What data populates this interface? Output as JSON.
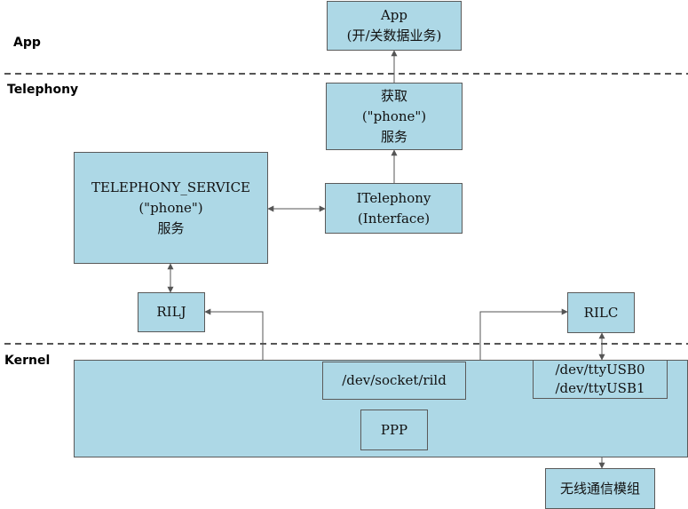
{
  "layers": {
    "app": "App",
    "telephony": "Telephony",
    "kernel": "Kernel"
  },
  "nodes": {
    "app": {
      "line1": "App",
      "line2": "(开/关数据业务)"
    },
    "get_service": {
      "line1": "获取",
      "line2": "(\"phone\")",
      "line3": "服务"
    },
    "itelephony": {
      "line1": "ITelephony",
      "line2": "(Interface)"
    },
    "telephony_service": {
      "line1": "TELEPHONY_SERVICE",
      "line2": "(\"phone\")",
      "line3": "服务"
    },
    "rilj": "RILJ",
    "rilc": "RILC",
    "socket": "/dev/socket/rild",
    "tty": {
      "line1": "/dev/ttyUSB0",
      "line2": "/dev/ttyUSB1"
    },
    "ppp": "PPP",
    "modem": "无线通信模组"
  },
  "colors": {
    "box_fill": "#add8e6",
    "box_border": "#5a5a5a",
    "line": "#555555"
  }
}
